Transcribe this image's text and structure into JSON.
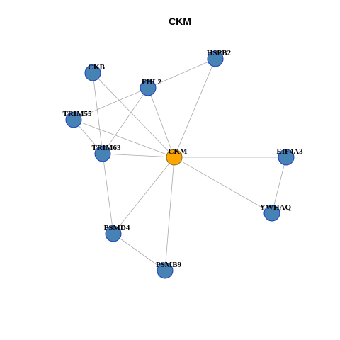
{
  "title": "CKM",
  "colors": {
    "node_fill": "#4682b4",
    "node_border": "#1f3fbf",
    "center_fill": "#ffa500",
    "center_border": "#8a6a2a",
    "edge": "#aaaaaa"
  },
  "nodes": [
    {
      "id": "CKM",
      "label": "CKM",
      "center": true
    },
    {
      "id": "HSPB2",
      "label": "HSPB2"
    },
    {
      "id": "CKB",
      "label": "CKB"
    },
    {
      "id": "FHL2",
      "label": "FHL2"
    },
    {
      "id": "TRIM55",
      "label": "TRIM55"
    },
    {
      "id": "TRIM63",
      "label": "TRIM63"
    },
    {
      "id": "EIF4A3",
      "label": "EIF4A3"
    },
    {
      "id": "YWHAQ",
      "label": "YWHAQ"
    },
    {
      "id": "PSMD4",
      "label": "PSMD4"
    },
    {
      "id": "PSMB9",
      "label": "PSMB9"
    }
  ],
  "edges": [
    [
      "CKM",
      "HSPB2"
    ],
    [
      "CKM",
      "CKB"
    ],
    [
      "CKM",
      "FHL2"
    ],
    [
      "CKM",
      "TRIM55"
    ],
    [
      "CKM",
      "TRIM63"
    ],
    [
      "CKM",
      "EIF4A3"
    ],
    [
      "CKM",
      "YWHAQ"
    ],
    [
      "CKM",
      "PSMD4"
    ],
    [
      "CKM",
      "PSMB9"
    ],
    [
      "HSPB2",
      "FHL2"
    ],
    [
      "FHL2",
      "TRIM55"
    ],
    [
      "FHL2",
      "TRIM63"
    ],
    [
      "CKB",
      "TRIM63"
    ],
    [
      "TRIM55",
      "TRIM63"
    ],
    [
      "TRIM63",
      "PSMD4"
    ],
    [
      "PSMD4",
      "PSMB9"
    ],
    [
      "EIF4A3",
      "YWHAQ"
    ]
  ]
}
